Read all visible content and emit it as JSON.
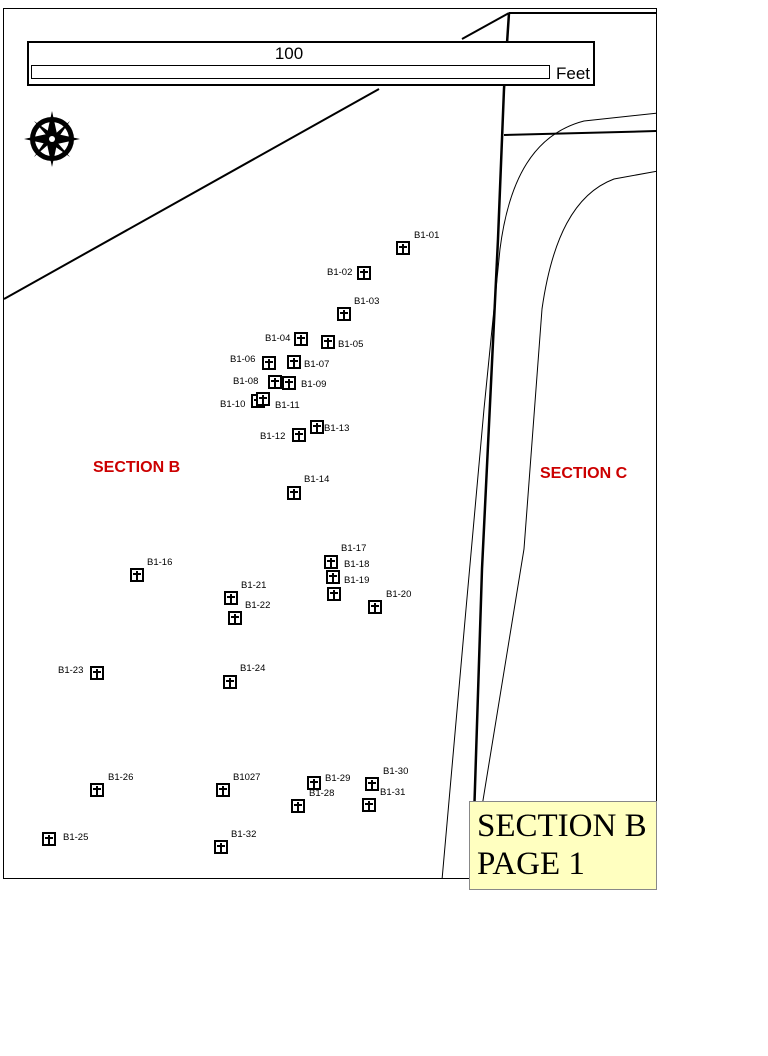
{
  "scale": {
    "value": "100",
    "unit": "Feet"
  },
  "compass": {
    "icon": "compass-rose-icon"
  },
  "sections": {
    "left": "SECTION B",
    "right": "SECTION C"
  },
  "section_color": "#cc0000",
  "page_label": {
    "line1": "SECTION B",
    "line2": "PAGE 1",
    "background": "#ffffc0"
  },
  "plots": [
    {
      "label": "B1-01"
    },
    {
      "label": "B1-02"
    },
    {
      "label": "B1-03"
    },
    {
      "label": "B1-04"
    },
    {
      "label": "B1-05"
    },
    {
      "label": "B1-06"
    },
    {
      "label": "B1-07"
    },
    {
      "label": "B1-08"
    },
    {
      "label": "B1-09"
    },
    {
      "label": "B1-10"
    },
    {
      "label": "B1-11"
    },
    {
      "label": "B1-12"
    },
    {
      "label": "B1-13"
    },
    {
      "label": "B1-14"
    },
    {
      "label": "B1-16"
    },
    {
      "label": "B1-17"
    },
    {
      "label": "B1-18"
    },
    {
      "label": "B1-19"
    },
    {
      "label": "B1-20"
    },
    {
      "label": "B1-21"
    },
    {
      "label": "B1-22"
    },
    {
      "label": "B1-23"
    },
    {
      "label": "B1-24"
    },
    {
      "label": "B1-25"
    },
    {
      "label": "B1-26"
    },
    {
      "label": "B1027"
    },
    {
      "label": "B1-28"
    },
    {
      "label": "B1-29"
    },
    {
      "label": "B1-30"
    },
    {
      "label": "B1-31"
    },
    {
      "label": "B1-32"
    }
  ]
}
